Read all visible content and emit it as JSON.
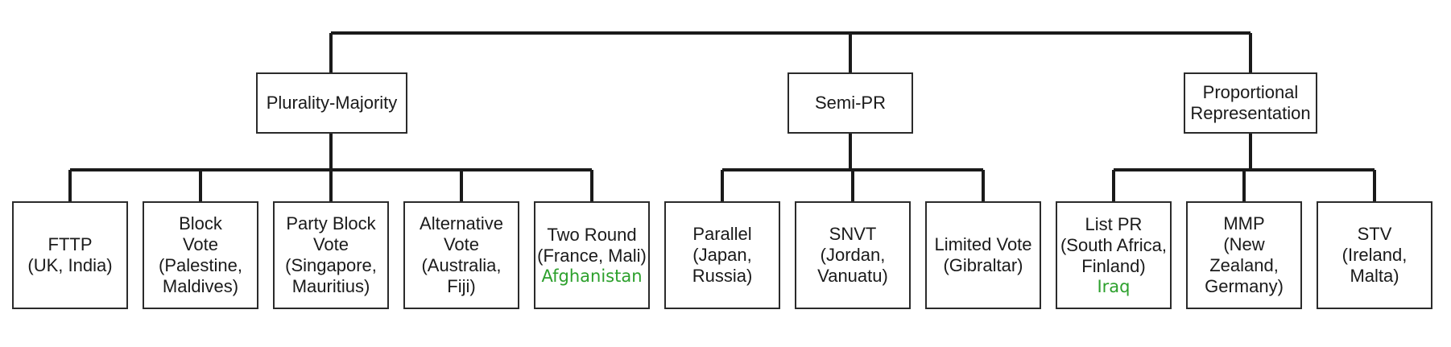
{
  "groups": [
    {
      "label": [
        "Plurality-Majority"
      ],
      "systems": [
        {
          "label": [
            "FTTP",
            "(UK, India)"
          ],
          "note": ""
        },
        {
          "label": [
            "Block",
            "Vote",
            "(Palestine,",
            "Maldives)"
          ],
          "note": ""
        },
        {
          "label": [
            "Party Block",
            "Vote",
            "(Singapore,",
            "Mauritius)"
          ],
          "note": ""
        },
        {
          "label": [
            "Alternative",
            "Vote",
            "(Australia,",
            "Fiji)"
          ],
          "note": ""
        },
        {
          "label": [
            "Two Round",
            "(France, Mali)"
          ],
          "note": "Afghanistan"
        }
      ]
    },
    {
      "label": [
        "Semi-PR"
      ],
      "systems": [
        {
          "label": [
            "Parallel",
            "(Japan,",
            "Russia)"
          ],
          "note": ""
        },
        {
          "label": [
            "SNVT",
            "(Jordan,",
            "Vanuatu)"
          ],
          "note": ""
        },
        {
          "label": [
            "Limited Vote",
            "(Gibraltar)"
          ],
          "note": ""
        }
      ]
    },
    {
      "label": [
        "Proportional",
        "Representation"
      ],
      "systems": [
        {
          "label": [
            "List PR",
            "(South Africa,",
            "Finland)"
          ],
          "note": "Iraq"
        },
        {
          "label": [
            "MMP",
            "(New Zealand,",
            "Germany)"
          ],
          "note": ""
        },
        {
          "label": [
            "STV",
            "(Ireland,",
            "Malta)"
          ],
          "note": ""
        }
      ]
    }
  ],
  "colors": {
    "line": "#1a1a1a",
    "border": "#2b2b2b",
    "note": "#2ca02c"
  }
}
